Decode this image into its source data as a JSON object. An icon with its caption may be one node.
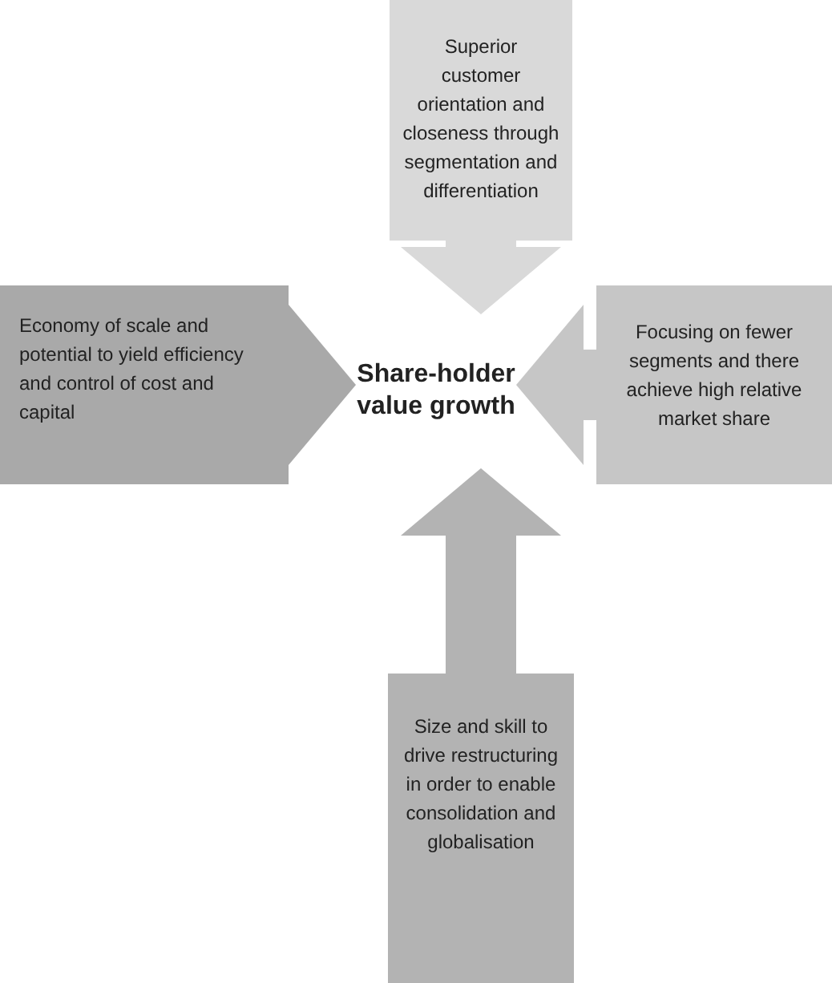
{
  "diagram": {
    "nodes": [
      {
        "text": [
          "Superior customer orientation and closeness through segmentation and differentiation"
        ]
      },
      {
        "text": [
          "Economy of scale and potential to yield efficiency and control of cost and capital"
        ]
      },
      {
        "text": [
          "Share-holder value growth"
        ]
      },
      {
        "text": [
          "Focusing on fewer segments and there achieve high relative market share"
        ]
      },
      {
        "text": [
          "Size and skill to drive restructuring in order to enable consolidation and globalisation"
        ]
      }
    ],
    "edges": [
      {
        "from": 0,
        "to": 2,
        "arrow": "to"
      },
      {
        "from": 1,
        "to": 2,
        "arrow": "to"
      },
      {
        "from": 3,
        "to": 2,
        "arrow": "to"
      },
      {
        "from": 4,
        "to": 2,
        "arrow": "to"
      }
    ]
  }
}
